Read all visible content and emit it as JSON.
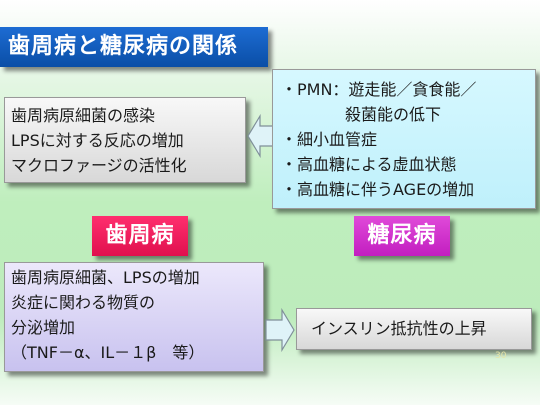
{
  "title": "歯周病と糖尿病の関係",
  "box_left": {
    "lines": [
      "歯周病原細菌の感染",
      "LPSに対する反応の増加",
      "マクロファージの活性化"
    ]
  },
  "box_right": {
    "lines": [
      "・PMN：遊走能／貪食能／",
      "殺菌能の低下",
      "・細小血管症",
      "・高血糖による虚血状態",
      "・高血糖に伴うAGEの増加"
    ]
  },
  "label_left": "歯周病",
  "label_right": "糖尿病",
  "box_bottom_left": {
    "lines": [
      "歯周病原細菌、LPSの増加",
      "炎症に関わる物質の",
      "分泌増加",
      "（TNF－α、IL－１β　等）"
    ]
  },
  "box_bottom_right": {
    "text": "インスリン抵抗性の上昇"
  },
  "page_number": "30",
  "colors": {
    "title_bg": "#0a4ea6",
    "label_left_bg": "#e0104e",
    "label_right_bg": "#c21ec0",
    "arrow_fill": "#dff3f8"
  }
}
